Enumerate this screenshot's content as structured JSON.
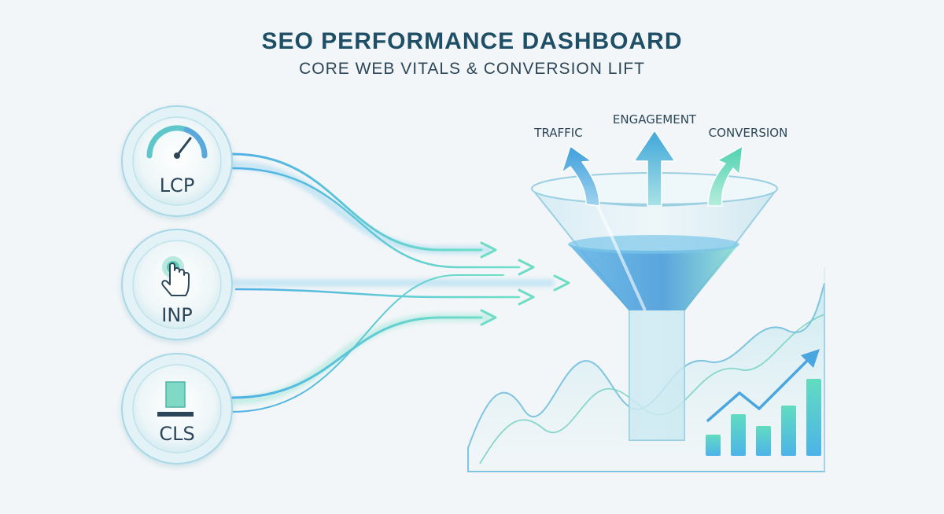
{
  "header": {
    "title": "SEO PERFORMANCE DASHBOARD",
    "subtitle": "CORE WEB VITALS & CONVERSION LIFT"
  },
  "metrics": [
    {
      "label": "LCP",
      "icon": "speedometer-icon"
    },
    {
      "label": "INP",
      "icon": "tap-hand-icon"
    },
    {
      "label": "CLS",
      "icon": "layout-shift-icon"
    }
  ],
  "outcomes": [
    {
      "label": "TRAFFIC"
    },
    {
      "label": "ENGAGEMENT"
    },
    {
      "label": "CONVERSION"
    }
  ],
  "colors": {
    "title": "#1f4f66",
    "flow_blue": "#5fb6e6",
    "flow_teal": "#66dcc4",
    "funnel_liquid": "#4aa8e0"
  }
}
